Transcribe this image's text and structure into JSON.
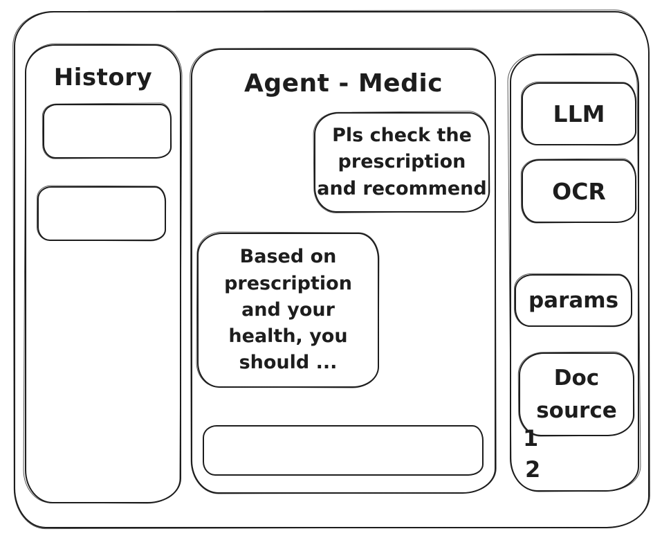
{
  "history_panel": {
    "title": "History",
    "items": [
      {
        "label": ""
      },
      {
        "label": ""
      }
    ]
  },
  "chat_panel": {
    "title": "Agent - Medic",
    "user_message": "Pls check the\nprescription\nand recommend",
    "assistant_message": "Based on\nprescription\nand your\nhealth, you\nshould ...",
    "input_value": ""
  },
  "tools_panel": {
    "llm_button": "LLM",
    "ocr_button": "OCR",
    "params_button": "params",
    "doc_source_button": "Doc\nsource",
    "doc_source_items": [
      "1",
      "2"
    ]
  },
  "colors": {
    "stroke": "#1d1d1d",
    "background": "#ffffff"
  }
}
